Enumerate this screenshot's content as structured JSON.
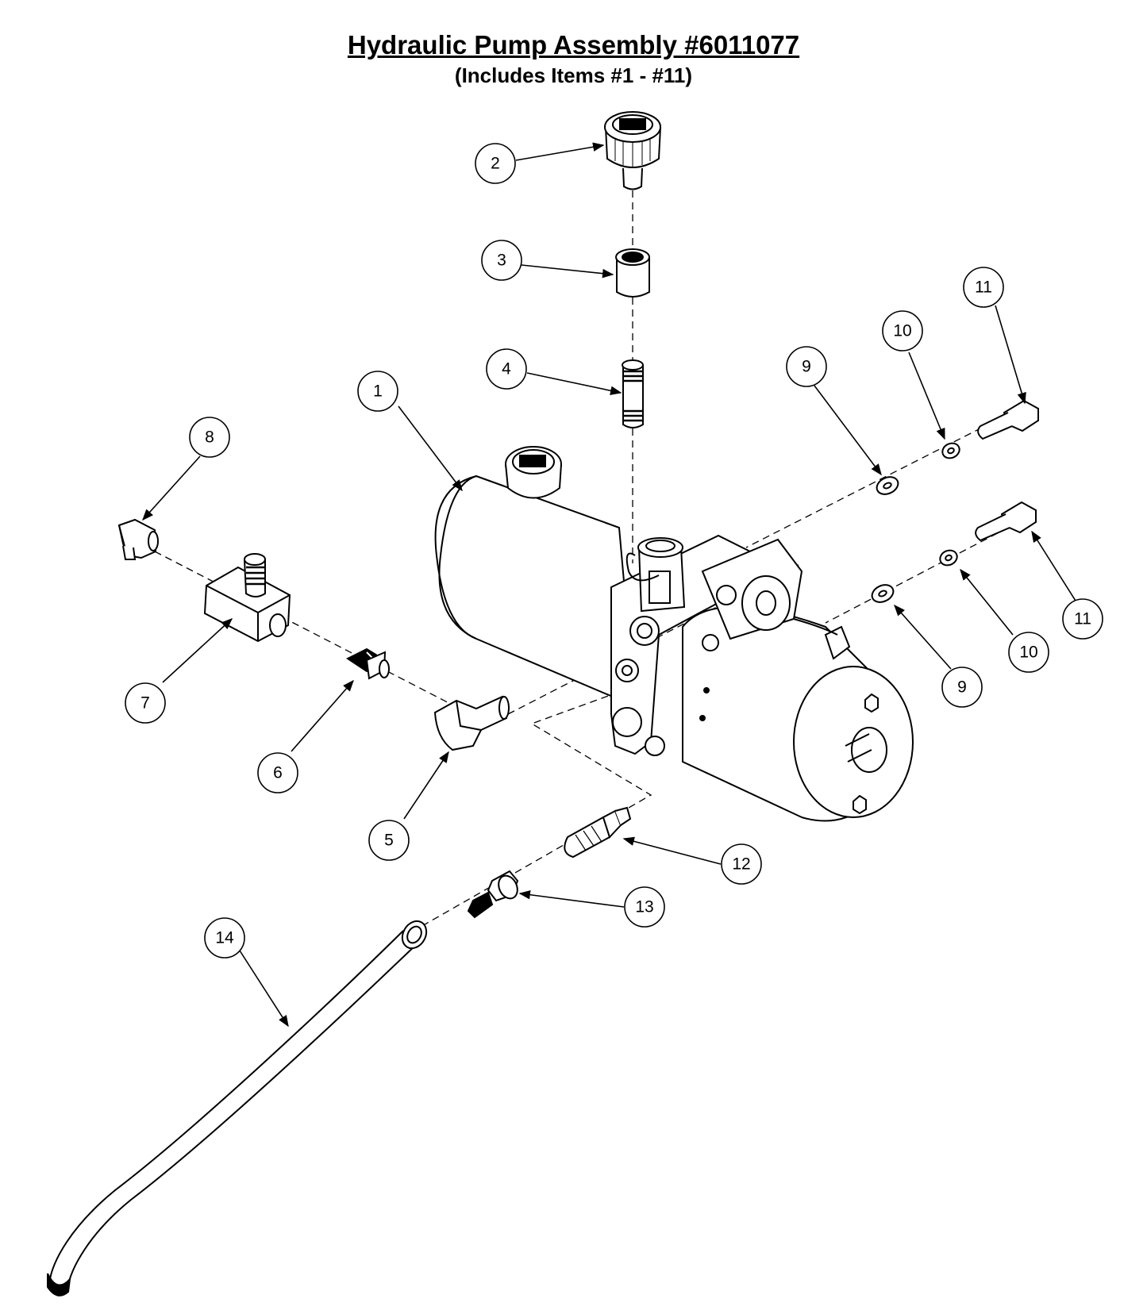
{
  "title": "Hydraulic Pump Assembly #6011077",
  "subtitle": "(Includes Items #1 - #11)",
  "callouts": {
    "c1": "1",
    "c2": "2",
    "c3": "3",
    "c4": "4",
    "c5": "5",
    "c6": "6",
    "c7": "7",
    "c8": "8",
    "c9a": "9",
    "c9b": "9",
    "c10a": "10",
    "c10b": "10",
    "c11a": "11",
    "c11b": "11",
    "c12": "12",
    "c13": "13",
    "c14": "14"
  }
}
